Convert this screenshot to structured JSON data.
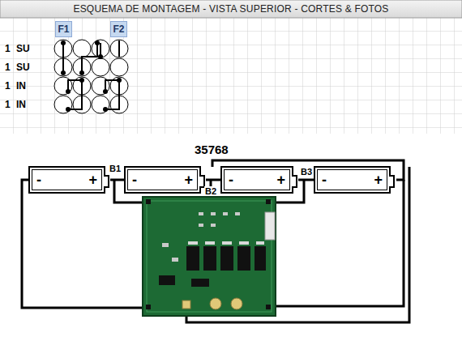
{
  "diagram": {
    "title": "ESQUEMA DE MONTAGEM - VISTA SUPERIOR - CORTES & FOTOS",
    "nodes": [
      {
        "text": [
          "F1"
        ]
      },
      {
        "text": [
          "F2"
        ]
      },
      {
        "text": [
          "-",
          "+"
        ]
      },
      {
        "text": [
          "-",
          "+"
        ]
      },
      {
        "text": [
          "-",
          "+"
        ]
      },
      {
        "text": [
          "-",
          "+"
        ]
      }
    ],
    "edges": [
      {
        "from": 2,
        "to": 3,
        "arrow": "none",
        "label": "B1"
      },
      {
        "from": 3,
        "to": 4,
        "arrow": "none",
        "label": "B2"
      },
      {
        "from": 4,
        "to": 5,
        "arrow": "none",
        "label": "B3"
      }
    ],
    "labels": [
      "1",
      "SU",
      "1",
      "SU",
      "1",
      "IN",
      "1",
      "IN",
      "35768"
    ]
  }
}
